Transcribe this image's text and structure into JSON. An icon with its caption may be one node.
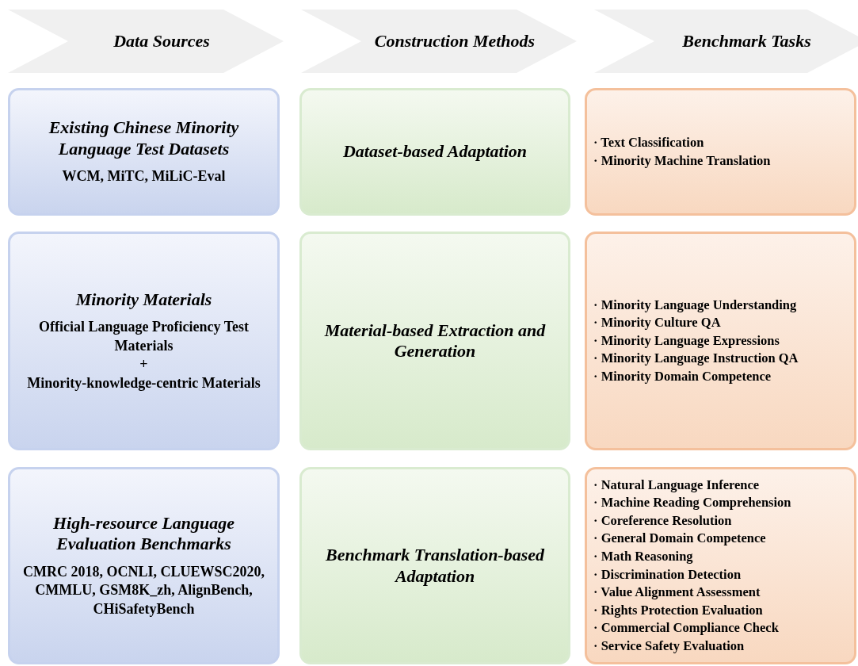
{
  "diagram": {
    "nodes": [
      {
        "text": [
          "Data Sources"
        ]
      },
      {
        "text": [
          "Construction Methods"
        ]
      },
      {
        "text": [
          "Benchmark Tasks"
        ]
      },
      {
        "text": [
          "Existing Chinese Minority Language Test Datasets",
          "WCM, MiTC, MiLiC-Eval"
        ]
      },
      {
        "text": [
          "Dataset-based Adaptation"
        ]
      },
      {
        "text": [
          "· Text Classification",
          "· Minority Machine Translation"
        ]
      },
      {
        "text": [
          "Minority Materials",
          "Official Language Proficiency Test Materials",
          "+",
          "Minority-knowledge-centric Materials"
        ]
      },
      {
        "text": [
          "Material-based Extraction and Generation"
        ]
      },
      {
        "text": [
          "· Minority Language Understanding",
          "· Minority Culture QA",
          "· Minority Language Expressions",
          "· Minority Language Instruction QA",
          "· Minority Domain Competence"
        ]
      },
      {
        "text": [
          "High-resource Language Evaluation Benchmarks",
          "CMRC 2018, OCNLI, CLUEWSC2020, CMMLU, GSM8K_zh, AlignBench, CHiSafetyBench"
        ]
      },
      {
        "text": [
          "Benchmark Translation-based Adaptation"
        ]
      },
      {
        "text": [
          "· Natural Language Inference",
          "· Machine Reading Comprehension",
          "· Coreference Resolution",
          "· General Domain Competence",
          "· Math Reasoning",
          "· Discrimination Detection",
          "· Value Alignment Assessment",
          "· Rights Protection Evaluation",
          "· Commercial Compliance Check",
          "· Service Safety Evaluation"
        ]
      }
    ]
  }
}
